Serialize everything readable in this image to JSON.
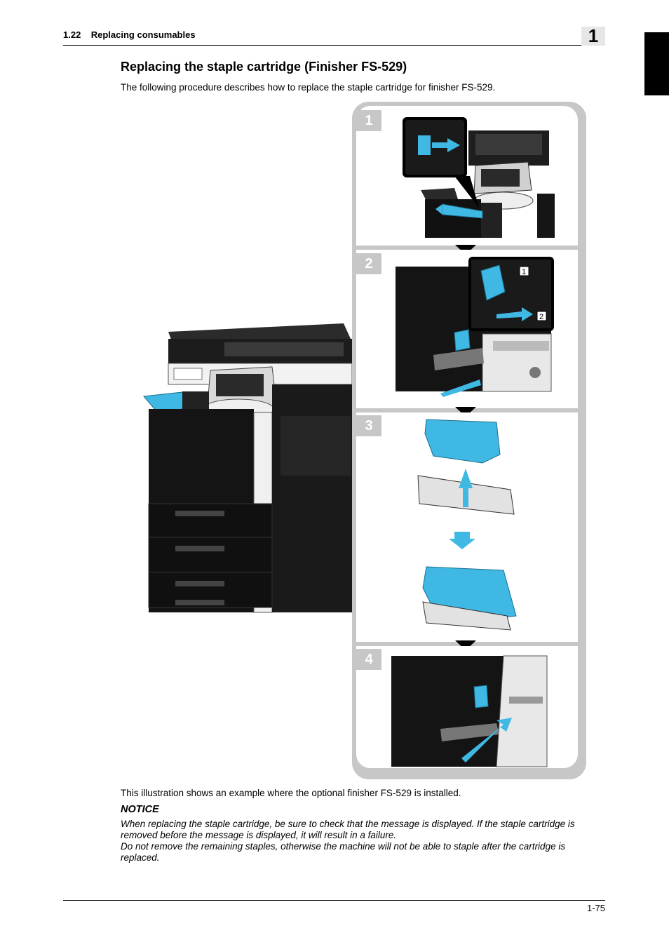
{
  "header": {
    "section": "1.22    Replacing consumables",
    "chapter_number": "1"
  },
  "title": "Replacing the staple cartridge (Finisher FS-529)",
  "intro": "The following procedure describes how to replace the staple cartridge for finisher FS-529.",
  "figure": {
    "steps": [
      {
        "number": "1"
      },
      {
        "number": "2",
        "callouts": [
          "1",
          "2"
        ]
      },
      {
        "number": "3"
      },
      {
        "number": "4"
      }
    ],
    "colors": {
      "accent": "#3fb8e4",
      "frame": "#c7c7c7",
      "machine": "#111111"
    }
  },
  "caption": "This illustration shows an example where the optional finisher FS-529 is installed.",
  "notice": {
    "heading": "NOTICE",
    "line1": "When replacing the staple cartridge, be sure to check that the message is displayed. If the staple cartridge is removed before the message is displayed, it will result in a failure.",
    "line2": "Do not remove the remaining staples, otherwise the machine will not be able to staple after the cartridge is replaced."
  },
  "footer": {
    "page": "1-75"
  }
}
